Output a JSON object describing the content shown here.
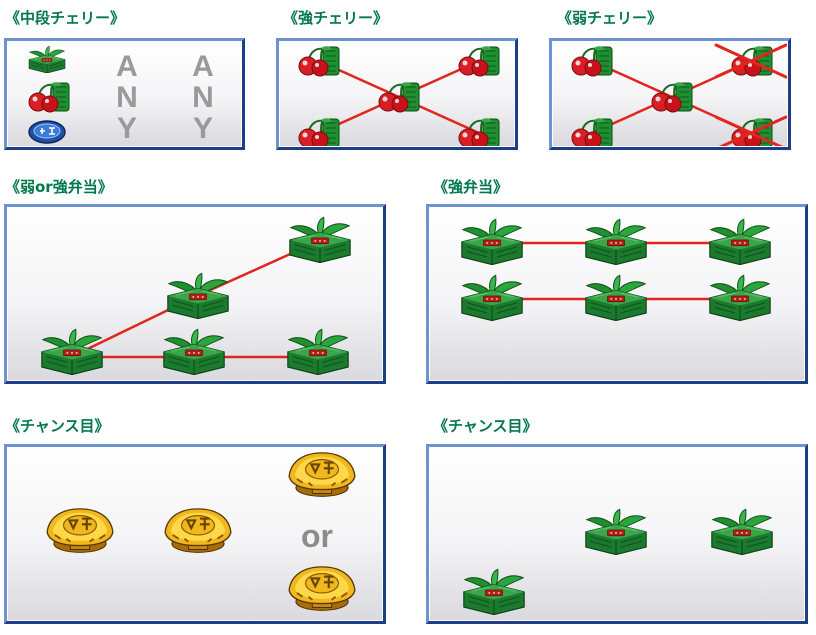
{
  "sections": {
    "middle_cherry": {
      "title": "《中段チェリー》"
    },
    "strong_cherry": {
      "title": "《強チェリー》"
    },
    "weak_cherry": {
      "title": "《弱チェリー》"
    },
    "weak_or_strong_bento": {
      "title": "《弱or強弁当》"
    },
    "strong_bento": {
      "title": "《強弁当》"
    },
    "chance_me_1": {
      "title": "《チャンス目》",
      "or_label": "or"
    },
    "chance_me_2": {
      "title": "《チャンス目》"
    }
  },
  "any_label": {
    "letters": [
      "A",
      "N",
      "Y"
    ]
  },
  "icons": {
    "bento": "bento-box-icon",
    "cherry": "cherry-icon",
    "coin": "gold-coin-icon",
    "blue_coin": "blue-medal-icon"
  },
  "colors": {
    "title_green": "#00784a",
    "panel_border": "#2d5fae",
    "line_red": "#e0261d",
    "cross_red": "#e0261d"
  }
}
